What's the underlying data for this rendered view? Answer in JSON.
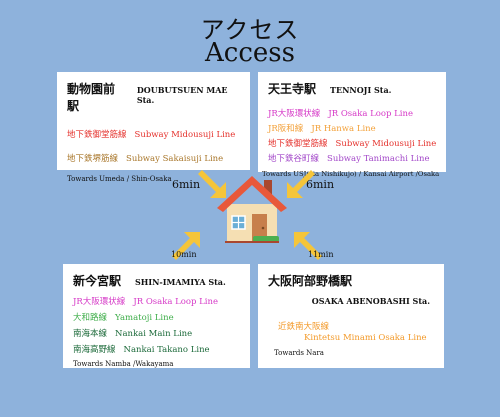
{
  "title": {
    "jp": "アクセス",
    "en": "Access"
  },
  "colors": {
    "background": "#8eb2dc",
    "arrow": "#f5c53a",
    "midosuji": "#e5322d",
    "sakaisuji": "#a9772b",
    "osaka_loop": "#d639c7",
    "hanwa": "#f3a13a",
    "tanimachi": "#a348c9",
    "yamatoji": "#3fae4a",
    "nankai": "#1c6a3a",
    "kintetsu": "#f39a2a"
  },
  "stations": {
    "doubutsuen": {
      "jp": "動物園前駅",
      "en": "DOUBUTSUEN MAE Sta.",
      "lines": [
        {
          "jp": "地下鉄御堂筋線",
          "en": "Subway  Midousuji Line",
          "color": "#e5322d"
        },
        {
          "jp": "地下鉄堺筋線",
          "en": "Subway  Sakaisuji Line",
          "color": "#a9772b"
        }
      ],
      "towards": "Towards Umeda / Shin-Osaka",
      "time": "6min"
    },
    "tennoji": {
      "jp": "天王寺駅",
      "en": "TENNOJI Sta.",
      "lines": [
        {
          "jp": "JR大阪環状線",
          "en": "JR Osaka Loop Line",
          "color": "#d639c7"
        },
        {
          "jp": "JR阪和線",
          "en": "JR Hanwa Line",
          "color": "#f3a13a"
        },
        {
          "jp": "地下鉄御堂筋線",
          "en": "Subway  Midousuji Line",
          "color": "#e5322d"
        },
        {
          "jp": "地下鉄谷町線",
          "en": "Subway  Tanimachi Line",
          "color": "#a348c9"
        }
      ],
      "towards": "Towards USJ(via Nishikujo) / Kansai Airport /Osaka",
      "time": "6min"
    },
    "shinimamiya": {
      "jp": "新今宮駅",
      "en": "SHIN-IMAMIYA Sta.",
      "lines": [
        {
          "jp": "JR大阪環状線",
          "en": "JR Osaka Loop Line",
          "color": "#d639c7"
        },
        {
          "jp": "大和路線",
          "en": "Yamatoji Line",
          "color": "#3fae4a"
        },
        {
          "jp": "南海本線",
          "en": "Nankai Main Line",
          "color": "#1c6a3a"
        },
        {
          "jp": "南海高野線",
          "en": "Nankai Takano Line",
          "color": "#1c6a3a"
        }
      ],
      "towards": "Towards Namba /Wakayama",
      "time": "10min"
    },
    "abenobashi": {
      "jp": "大阪阿部野橋駅",
      "en": "OSAKA ABENOBASHI Sta.",
      "lines": [
        {
          "jp": "近鉄南大阪線",
          "en": "Kintetsu Minami Osaka Line",
          "color": "#f39a2a"
        }
      ],
      "towards": "Towards Nara",
      "time": "11min"
    }
  }
}
